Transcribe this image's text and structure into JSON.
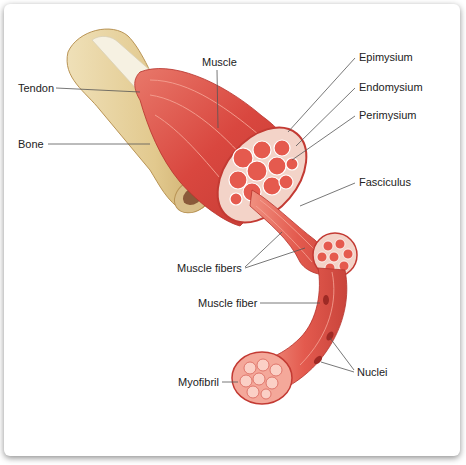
{
  "diagram": {
    "labels": [
      "Muscle",
      "Epimysium",
      "Tendon",
      "Endomysium",
      "Perimysium",
      "Bone",
      "Fasciculus",
      "Muscle fibers",
      "Muscle fiber",
      "Myofibril",
      "Nuclei"
    ]
  }
}
